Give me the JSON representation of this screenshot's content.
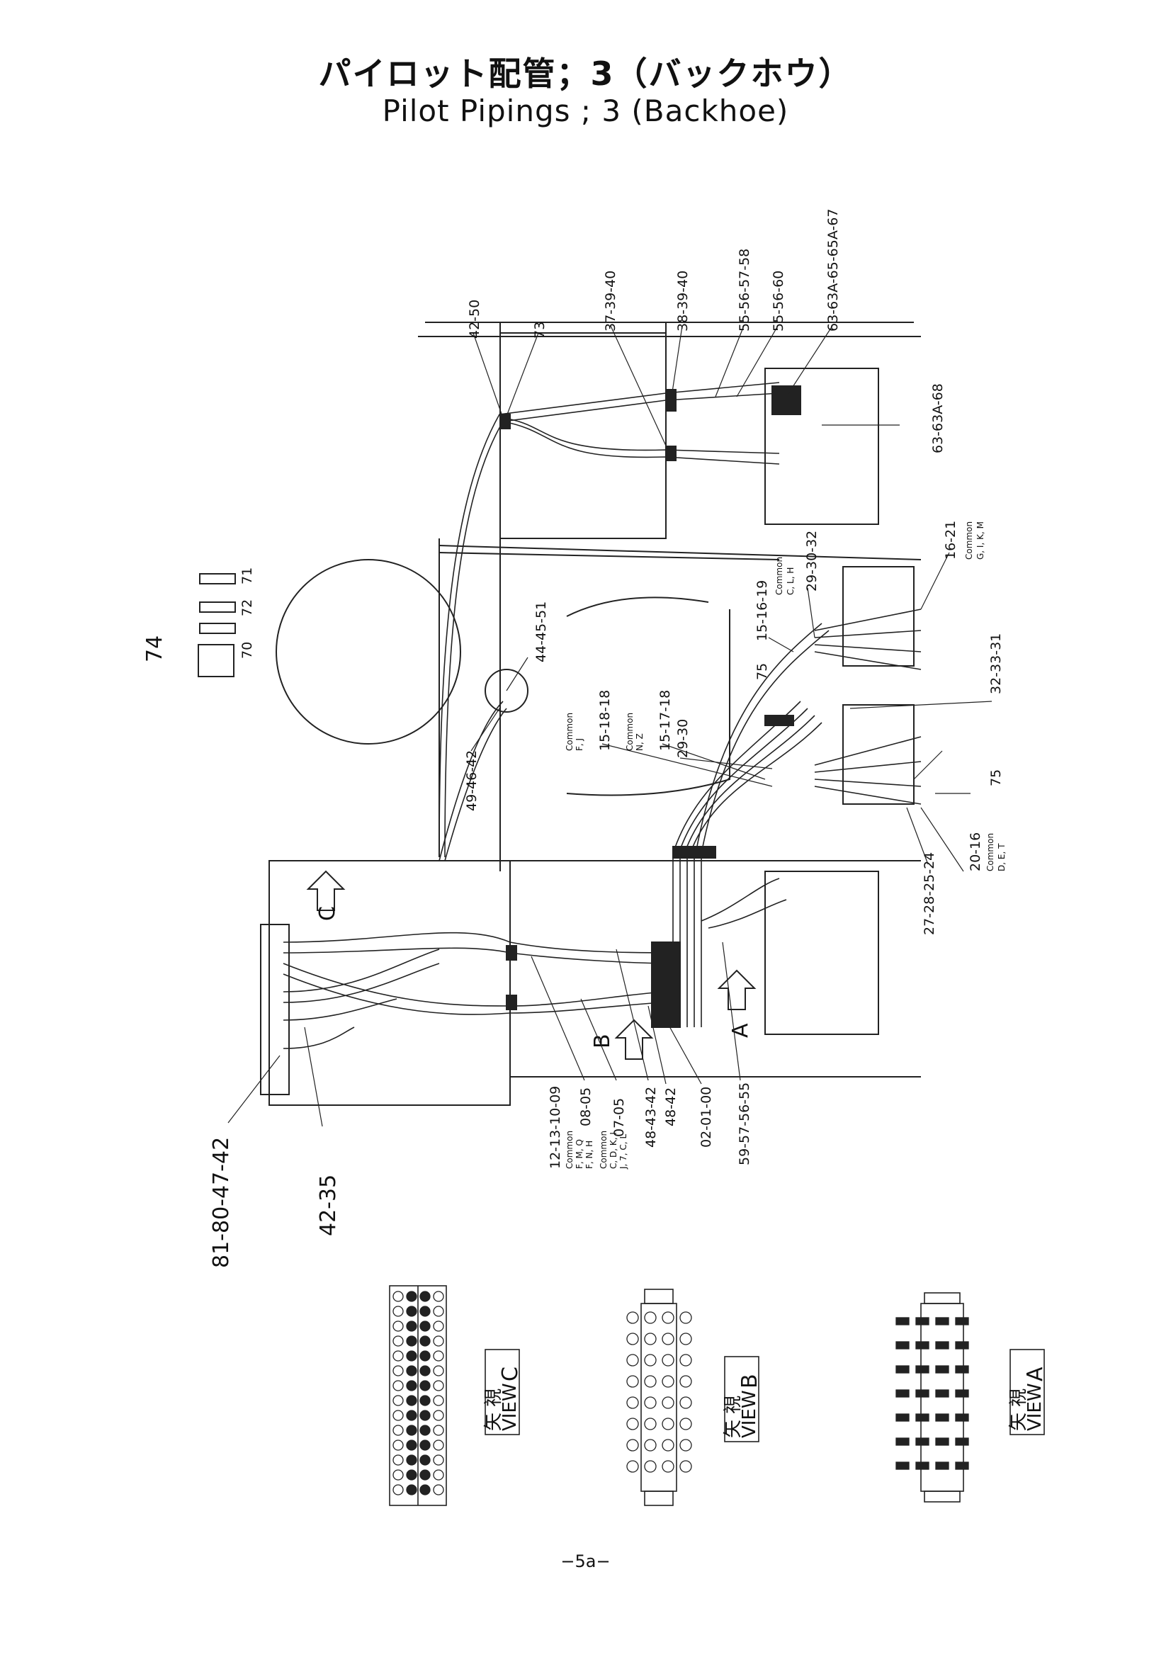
{
  "title": {
    "japanese": "パイロット配管；3（バックホウ）",
    "english": "Pilot Pipings ; 3 (Backhoe)"
  },
  "page_number": "−5a−",
  "labels": {
    "l_42_50": "42-50",
    "l_73": "73",
    "l_37_39_40": "37-39-40",
    "l_38_39_40": "38-39-40",
    "l_55_56_57_58": "55-56-57-58",
    "l_55_56_60": "55-56-60",
    "l_63_63A_65": "63-63A-65-65A-67",
    "l_63_63A_68": "63-63A-68",
    "l_16_21": "16-21",
    "c_gikm_1": "Common",
    "c_gikm_2": "G, I, K, M",
    "l_29_30_32": "29-30-32",
    "c_clh_1": "Common",
    "c_clh_2": "C, L, H",
    "l_15_16_19": "15-16-19",
    "l_75a": "75",
    "l_32_33_31": "32-33-31",
    "l_75b": "75",
    "l_20_16": "20-16",
    "c_det_1": "Common",
    "c_det_2": "D, E, T",
    "l_27_28": "27-28-25-24",
    "l_44_45_51": "44-45-51",
    "l_49_46_42": "49-46-42",
    "l_15_18_18": "15-18-18",
    "c_fj_1": "Common",
    "c_fj_2": "F, J",
    "l_15_17_18": "15-17-18",
    "c_nz_1": "Common",
    "c_nz_2": "N, Z",
    "l_29_30": "29-30",
    "l_71": "71",
    "l_72": "72",
    "l_74": "74",
    "l_70": "70",
    "l_12_13": "12-13-10-09",
    "c_a_1": "Common",
    "c_a_2": "F, M, Q",
    "c_a_3": "F, N, H",
    "l_08_05": "08-05",
    "c_b_1": "Common",
    "c_b_2": "C, D, K, I",
    "c_b_3": "J, 7, C, L",
    "l_07_05": "07-05",
    "l_48_43_42": "48-43-42",
    "l_48_42": "48-42",
    "l_02_01_00": "02-01-00",
    "l_59_57": "59-57-56-55",
    "l_81_80": "81-80-47-42",
    "l_42_35": "42-35",
    "arrow_a": "A",
    "arrow_b": "B",
    "arrow_c": "C"
  },
  "views": {
    "c": {
      "kanji": "矢 視",
      "word": "VIEW",
      "letter": "C"
    },
    "b": {
      "kanji": "矢 視",
      "word": "VIEW",
      "letter": "B"
    },
    "a": {
      "kanji": "矢 視",
      "word": "VIEW",
      "letter": "A"
    }
  }
}
